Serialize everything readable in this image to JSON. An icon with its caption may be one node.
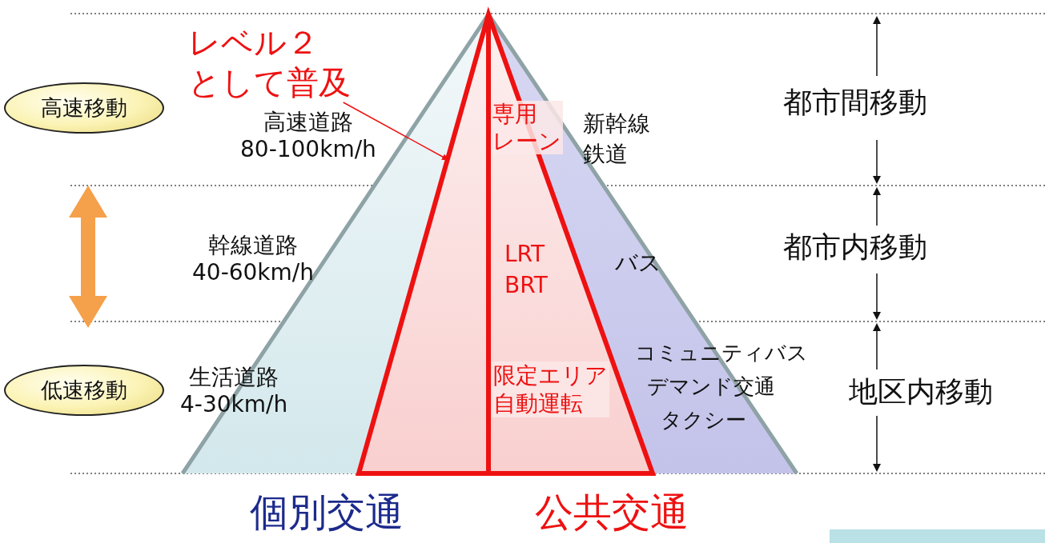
{
  "diagram": {
    "nodes": [
      {
        "text": [
          "高速移動"
        ]
      },
      {
        "text": [
          "低速移動"
        ]
      },
      {
        "text": [
          "レベル２",
          "として普及"
        ]
      },
      {
        "text": [],
        "shape": "triangle"
      }
    ],
    "edges": [
      {
        "from": 2,
        "to": 3,
        "arrow": "to"
      }
    ],
    "labels": [
      "都市間移動",
      "高速道路 80-100km/h",
      "専用レーン",
      "新幹線",
      "鉄道",
      "都市内移動",
      "幹線道路 40-60km/h",
      "LRT BRT",
      "バス",
      "地区内移動",
      "生活道路 4-30km/h",
      "限定エリア自動運転",
      "コミュニティバス",
      "デマンド交通",
      "タクシー",
      "個別交通",
      "公共交通"
    ]
  }
}
